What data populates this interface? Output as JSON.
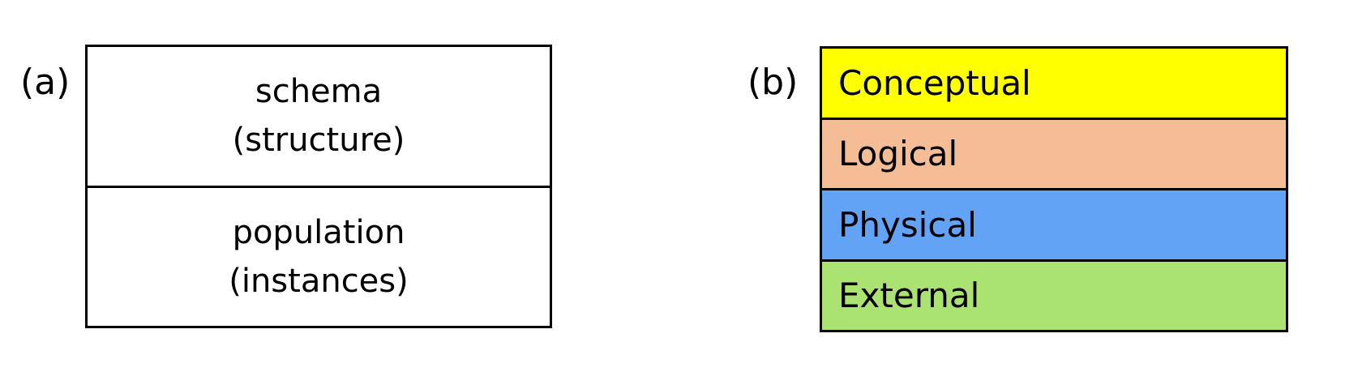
{
  "panel_a": {
    "label": "(a)",
    "top_cell": {
      "line1": "schema",
      "line2": "(structure)"
    },
    "bottom_cell": {
      "line1": "population",
      "line2": "(instances)"
    }
  },
  "panel_b": {
    "label": "(b)",
    "layers": [
      {
        "text": "Conceptual",
        "color": "#ffff00"
      },
      {
        "text": "Logical",
        "color": "#f4bd96"
      },
      {
        "text": "Physical",
        "color": "#63a3f5"
      },
      {
        "text": "External",
        "color": "#abe372"
      }
    ]
  }
}
